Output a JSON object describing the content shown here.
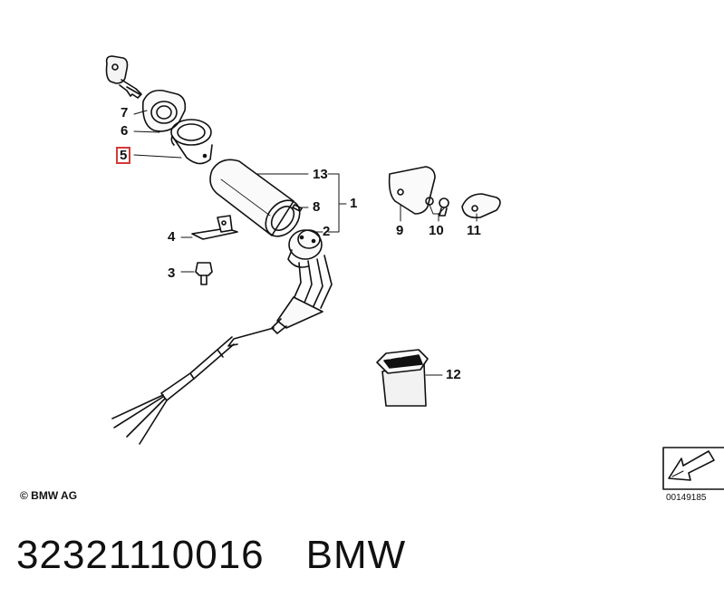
{
  "callouts": {
    "c1": "1",
    "c2": "2",
    "c3": "3",
    "c4": "4",
    "c5": "5",
    "c6": "6",
    "c7": "7",
    "c8": "8",
    "c9": "9",
    "c10": "10",
    "c11": "11",
    "c12": "12",
    "c13": "13"
  },
  "highlighted_callout": "5",
  "copyright": "© BMW AG",
  "diagram_id": "00149185",
  "footer": {
    "part_number": "32321110016",
    "brand": "BMW"
  },
  "colors": {
    "ink": "#111111",
    "highlight": "#d23a3a",
    "background": "#ffffff"
  },
  "icons": [
    "key-icon",
    "arrow-nav-icon"
  ]
}
